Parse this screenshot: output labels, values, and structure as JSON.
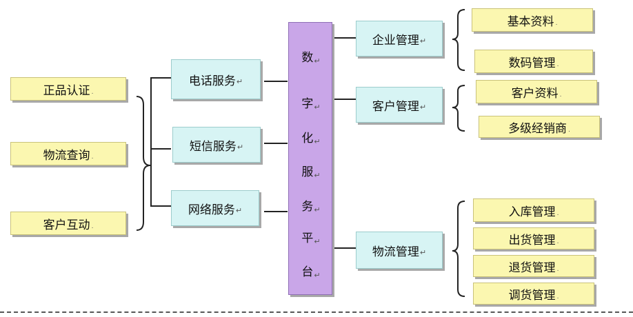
{
  "left_boxes": [
    "正品认证",
    "物流查询",
    "客户互动"
  ],
  "service_boxes": [
    "电话服务",
    "短信服务",
    "网络服务"
  ],
  "platform": {
    "chars": [
      "数",
      "字",
      "化",
      "服",
      "务",
      "平",
      "台"
    ]
  },
  "management_boxes": [
    "企业管理",
    "客户管理",
    "物流管理"
  ],
  "leaf_boxes": {
    "enterprise": [
      "基本资料",
      "数码管理"
    ],
    "customer": [
      "客户资料",
      "多级经销商"
    ],
    "logistics": [
      "入库管理",
      "出货管理",
      "退货管理",
      "调货管理"
    ]
  },
  "colors": {
    "leaf_fill": "#fbf7b0",
    "service_fill": "#d7f4f4",
    "platform_fill": "#c9a6e8"
  }
}
